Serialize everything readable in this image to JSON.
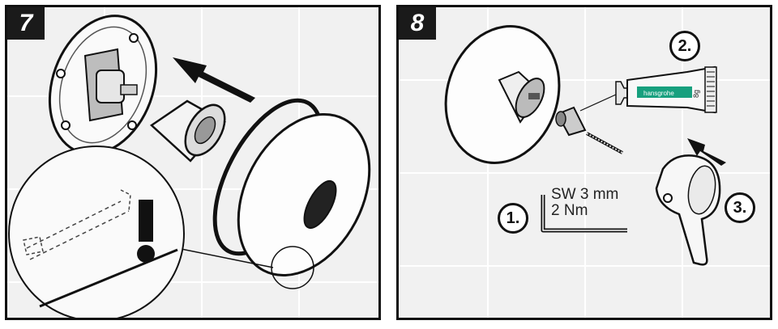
{
  "panel7": {
    "step": "7"
  },
  "panel8": {
    "step": "8",
    "callouts": [
      "1.",
      "2.",
      "3."
    ],
    "wrench_size": "SW 3 mm",
    "torque": "2 Nm",
    "tube_brand": "hansgrohe",
    "tube_weight": "8g"
  }
}
